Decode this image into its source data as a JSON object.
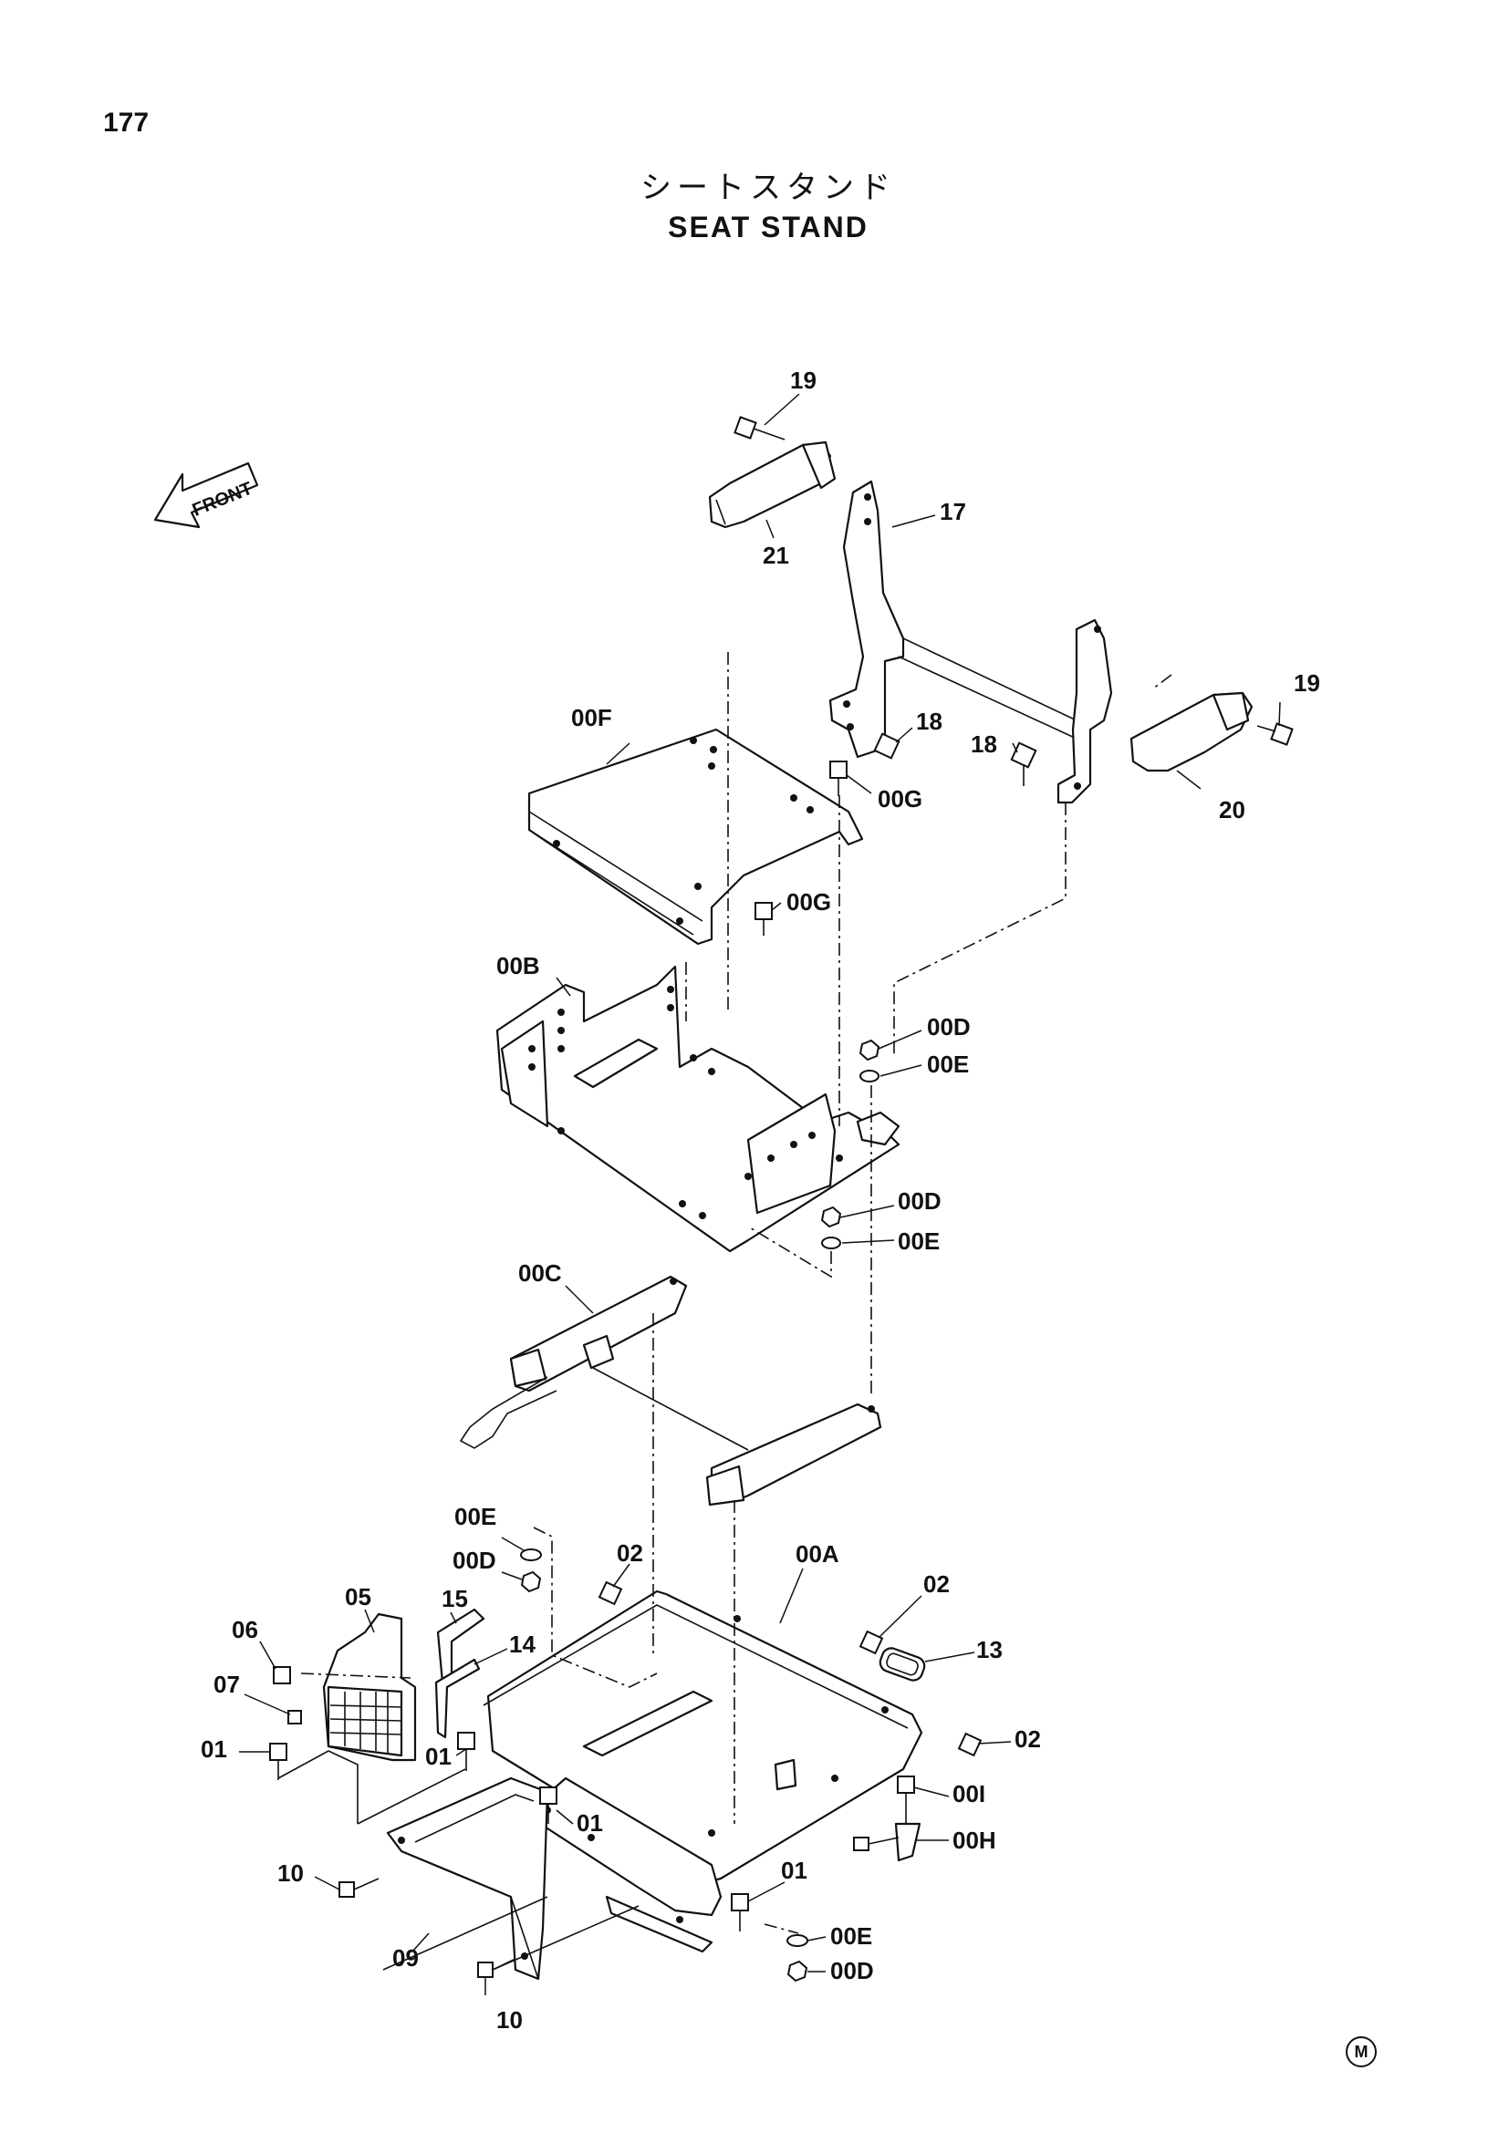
{
  "page_number": "177",
  "title": {
    "japanese": "シートスタンド",
    "english": "SEAT STAND"
  },
  "direction_arrow": {
    "label": "FRONT"
  },
  "corner_mark": "M",
  "part_labels": {
    "p19a": "19",
    "p17": "17",
    "p21": "21",
    "p19b": "19",
    "p18a": "18",
    "p18b": "18",
    "p20": "20",
    "p00F": "00F",
    "p00G_a": "00G",
    "p00G_b": "00G",
    "p00B": "00B",
    "p00D_a": "00D",
    "p00E_a": "00E",
    "p00D_b": "00D",
    "p00E_b": "00E",
    "p00C": "00C",
    "p00E_c": "00E",
    "p00D_c": "00D",
    "p02_a": "02",
    "p00A": "00A",
    "p02_b": "02",
    "p05": "05",
    "p06": "06",
    "p15": "15",
    "p14": "14",
    "p13": "13",
    "p07": "07",
    "p02_c": "02",
    "p01_a": "01",
    "p01_b": "01",
    "p00I": "00I",
    "p01_c": "01",
    "p00H": "00H",
    "p10_a": "10",
    "p01_d": "01",
    "p09": "09",
    "p00E_d": "00E",
    "p00D_d": "00D",
    "p10_b": "10"
  }
}
